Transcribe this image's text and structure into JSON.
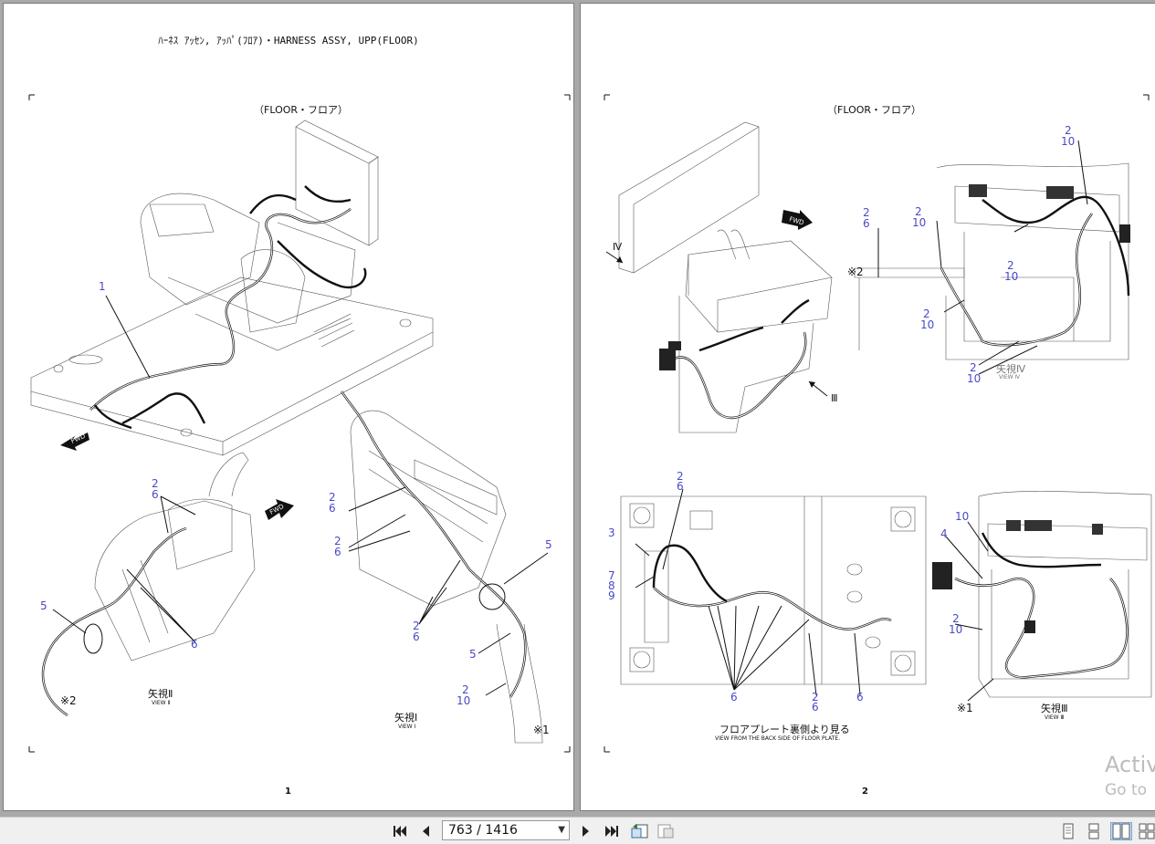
{
  "page1": {
    "header": "ﾊｰﾈｽ ｱｯｾﾝ, ｱｯﾊﾟ(ﾌﾛｱ)・HARNESS ASSY, UPP(FLOOR)",
    "section_title": "（FLOOR・フロア）",
    "page_number": "1",
    "fwd_label": "FWD",
    "view2_jp": "矢視Ⅱ",
    "view2_en": "VIEW Ⅱ",
    "view1_jp": "矢視Ⅰ",
    "view1_en": "VIEW Ⅰ",
    "callouts": {
      "c1": "1",
      "c2a": "2",
      "c6a": "6",
      "c5a": "5",
      "c6b": "6",
      "x2": "※2",
      "c2b": "2",
      "c6c": "6",
      "c2c": "2",
      "c6d": "6",
      "c2d": "2",
      "c6e": "6",
      "c5b": "5",
      "c5c": "5",
      "c2e": "2",
      "c10a": "10",
      "x1": "※1"
    }
  },
  "page2": {
    "section_title": "（FLOOR・フロア）",
    "page_number": "2",
    "fwd_label": "FWD",
    "arrow_iv": "Ⅳ",
    "arrow_iii": "Ⅲ",
    "x2": "※2",
    "x1": "※1",
    "view4_jp": "矢視Ⅳ",
    "view4_en": "VIEW Ⅳ",
    "view3_jp": "矢視Ⅲ",
    "view3_en": "VIEW Ⅲ",
    "plate_jp": "フロアプレート裏側より見る",
    "plate_en": "VIEW FROM THE BACK SIDE OF FLOOR PLATE.",
    "callouts": {
      "t2a": "2",
      "t10a": "10",
      "t2b": "2",
      "t6b": "6",
      "t2c": "2",
      "t10c": "10",
      "t2d": "2",
      "t10d": "10",
      "t2e": "2",
      "t10e": "10",
      "t2f": "2",
      "t10f": "10",
      "b2a": "2",
      "b6a": "6",
      "b3": "3",
      "b7": "7",
      "b8": "8",
      "b9": "9",
      "b6b": "6",
      "b2c": "2",
      "b6c": "6",
      "b6d": "6",
      "r10": "10",
      "r4": "4",
      "r2": "2",
      "r10b": "10"
    }
  },
  "watermark": {
    "line1": "Activ",
    "line2": "Go to"
  },
  "toolbar": {
    "page_indicator": "763 / 1416",
    "first_icon": "first-page-icon",
    "prev_icon": "prev-page-icon",
    "next_icon": "next-page-icon",
    "last_icon": "last-page-icon"
  }
}
